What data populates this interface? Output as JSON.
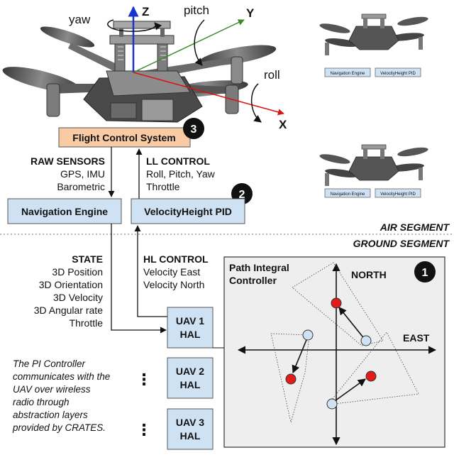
{
  "drone_axes": {
    "z": "Z",
    "y": "Y",
    "x": "X",
    "yaw": "yaw",
    "pitch": "pitch",
    "roll": "roll"
  },
  "flight_control": {
    "label": "Flight Control System",
    "badge": "3",
    "fill": "#f9cba5"
  },
  "raw_sensors": {
    "title": "RAW SENSORS",
    "lines": [
      "GPS, IMU",
      "Barometric"
    ]
  },
  "ll_control": {
    "title": "LL CONTROL",
    "lines": [
      "Roll, Pitch, Yaw",
      "Throttle"
    ],
    "badge": "2"
  },
  "navigation_engine": {
    "label": "Navigation Engine"
  },
  "velocity_pid": {
    "label": "VelocityHeight PID"
  },
  "mini_drones": [
    {
      "nav_label": "Navigation Engine",
      "pid_label": "VelocityHeight PID"
    },
    {
      "nav_label": "Navigation Engine",
      "pid_label": "VelocityHeight PID"
    }
  ],
  "segments": {
    "air": "AIR SEGMENT",
    "ground": "GROUND SEGMENT"
  },
  "state": {
    "title": "STATE",
    "lines": [
      "3D Position",
      "3D Orientation",
      "3D Velocity",
      "3D Angular rate",
      "Throttle"
    ]
  },
  "hl_control": {
    "title": "HL CONTROL",
    "lines": [
      "Velocity East",
      "Velocity North"
    ]
  },
  "hals": [
    {
      "lines": [
        "UAV 1",
        "HAL"
      ]
    },
    {
      "lines": [
        "UAV 2",
        "HAL"
      ]
    },
    {
      "lines": [
        "UAV 3",
        "HAL"
      ]
    }
  ],
  "ellipsis": "⋮",
  "pi_panel": {
    "title_lines": [
      "Path Integral",
      "Controller"
    ],
    "badge": "1",
    "north": "NORTH",
    "east": "EAST"
  },
  "note": {
    "lines": [
      "The PI Controller",
      "communicates with the",
      "UAV over wireless",
      "radio through",
      "abstraction layers",
      "provided by CRATES."
    ]
  },
  "colors": {
    "box_fill": "#cfe2f3",
    "box_stroke": "#555555",
    "panel_fill": "#eeeeee",
    "axis_blue": "#1a33cc",
    "axis_green": "#3a8a2a",
    "axis_red": "#dd1111",
    "uav_current": "#cfe2f3",
    "uav_target": "#e31b1b"
  }
}
